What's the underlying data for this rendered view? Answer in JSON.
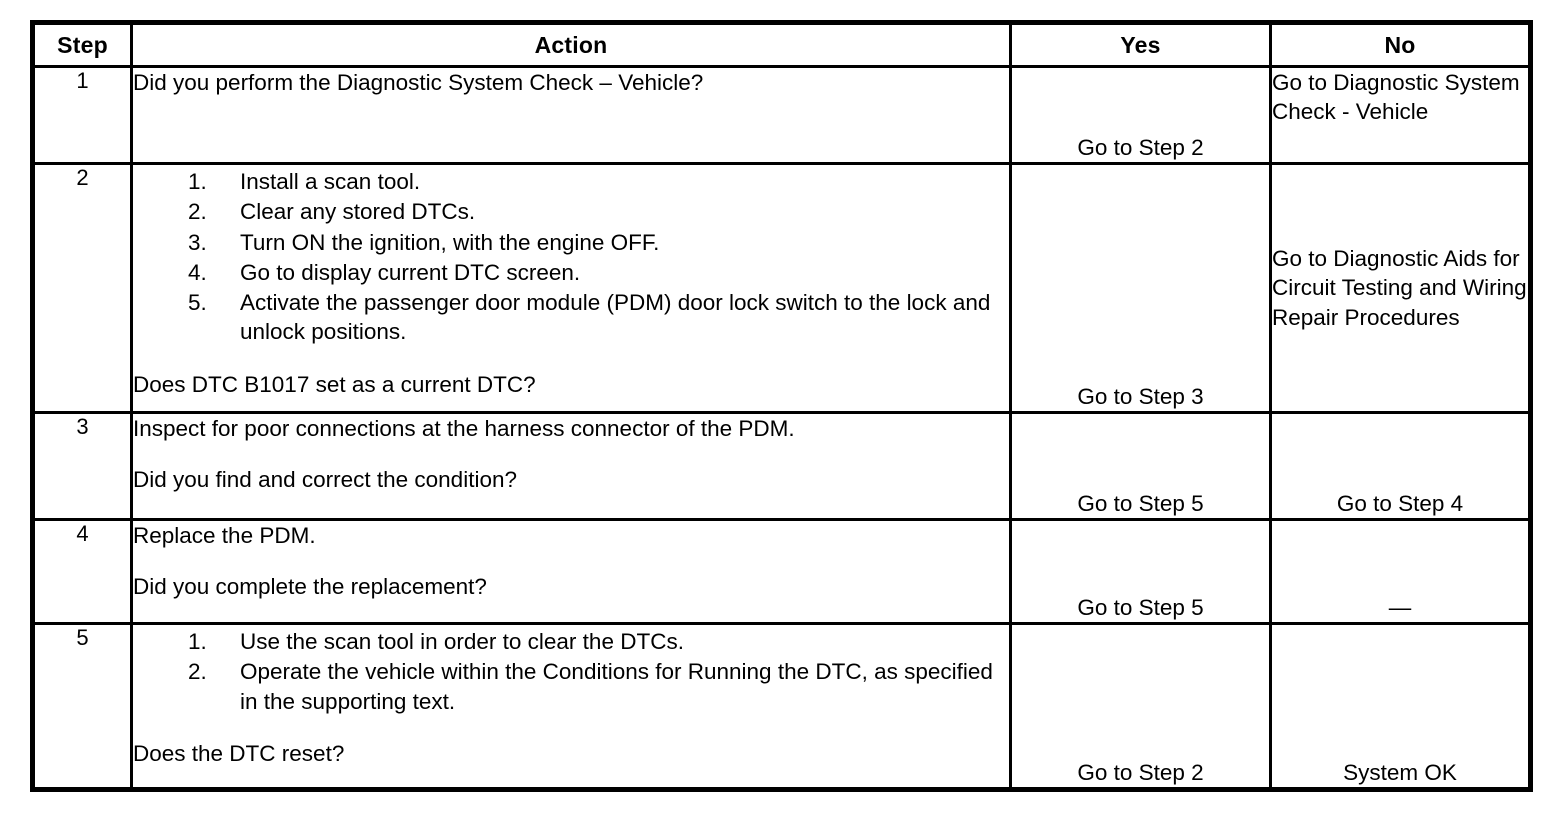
{
  "table": {
    "columns": [
      {
        "key": "step",
        "label": "Step"
      },
      {
        "key": "action",
        "label": "Action"
      },
      {
        "key": "yes",
        "label": "Yes"
      },
      {
        "key": "no",
        "label": "No"
      }
    ],
    "rows": [
      {
        "step": "1",
        "action_lines": [
          "Did you perform the Diagnostic System Check – Vehicle?"
        ],
        "list": [],
        "question": "",
        "yes": "Go to Step 2",
        "no": "Go to Diagnostic System Check - Vehicle"
      },
      {
        "step": "2",
        "action_lines": [],
        "list": [
          {
            "marker": "1.",
            "text": "Install a scan tool."
          },
          {
            "marker": "2.",
            "text": "Clear any stored DTCs."
          },
          {
            "marker": "3.",
            "text": "Turn ON the ignition, with the engine OFF."
          },
          {
            "marker": "4.",
            "text": "Go to display current DTC screen."
          },
          {
            "marker": "5.",
            "text": "Activate the passenger door module (PDM) door lock switch to the lock and unlock positions."
          }
        ],
        "question": "Does DTC B1017 set as a current DTC?",
        "yes": "Go to Step 3",
        "no": "Go to Diagnostic Aids for Circuit Testing and Wiring Repair Procedures"
      },
      {
        "step": "3",
        "action_lines": [
          "Inspect for poor connections at the harness connector of the PDM."
        ],
        "list": [],
        "question": "Did you find and correct the condition?",
        "yes": "Go to Step 5",
        "no": "Go to Step 4"
      },
      {
        "step": "4",
        "action_lines": [
          "Replace the PDM."
        ],
        "list": [],
        "question": "Did you complete the replacement?",
        "yes": "Go to Step 5",
        "no": "—"
      },
      {
        "step": "5",
        "action_lines": [],
        "list": [
          {
            "marker": "1.",
            "text": "Use the scan tool in order to clear the DTCs."
          },
          {
            "marker": "2.",
            "text": "Operate the vehicle within the Conditions for Running the DTC, as specified in the supporting text."
          }
        ],
        "question": "Does the DTC reset?",
        "yes": "Go to Step 2",
        "no": "System OK"
      }
    ]
  }
}
